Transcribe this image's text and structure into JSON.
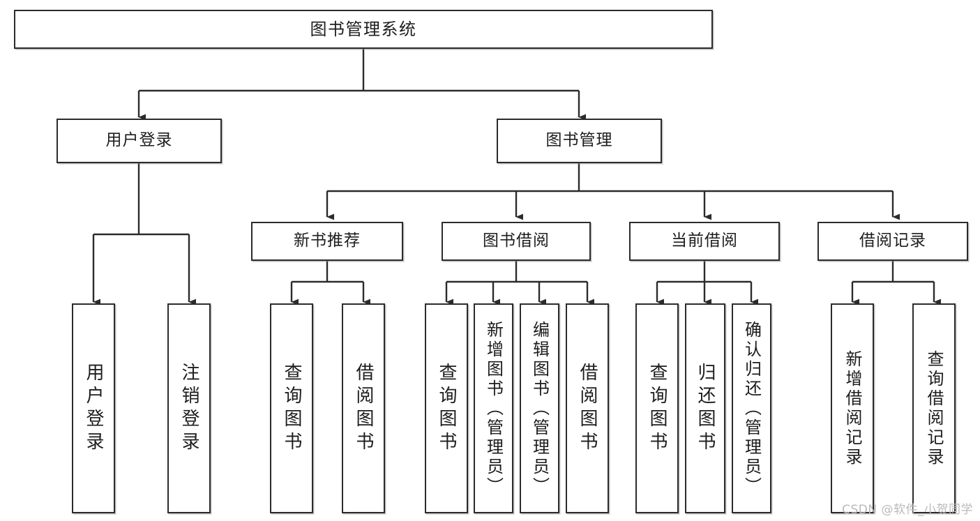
{
  "diagram": {
    "title": "图书管理系统",
    "type": "tree-hierarchy-diagram",
    "background_color": "#ffffff",
    "line_color": "#2b2b2b",
    "text_color": "#1d1d1d",
    "root": {
      "label": "图书管理系统"
    },
    "level2": [
      {
        "label": "用户登录"
      },
      {
        "label": "图书管理"
      }
    ],
    "level3": [
      {
        "label": "新书推荐"
      },
      {
        "label": "图书借阅"
      },
      {
        "label": "当前借阅"
      },
      {
        "label": "借阅记录"
      }
    ],
    "leaves": {
      "user_login": [
        {
          "label": "用户登录"
        },
        {
          "label": "注销登录"
        }
      ],
      "new_book_recommend": [
        {
          "label": "查询图书"
        },
        {
          "label": "借阅图书"
        }
      ],
      "book_borrow": [
        {
          "label": "查询图书"
        },
        {
          "label": "新增图书（管理员）"
        },
        {
          "label": "编辑图书（管理员）"
        },
        {
          "label": "借阅图书"
        }
      ],
      "current_borrow": [
        {
          "label": "查询图书"
        },
        {
          "label": "归还图书"
        },
        {
          "label": "确认归还（管理员）"
        }
      ],
      "borrow_record": [
        {
          "label": "新增借阅记录"
        },
        {
          "label": "查询借阅记录"
        }
      ]
    }
  },
  "watermark": {
    "text": "CSDN @软件_小贺同学"
  }
}
